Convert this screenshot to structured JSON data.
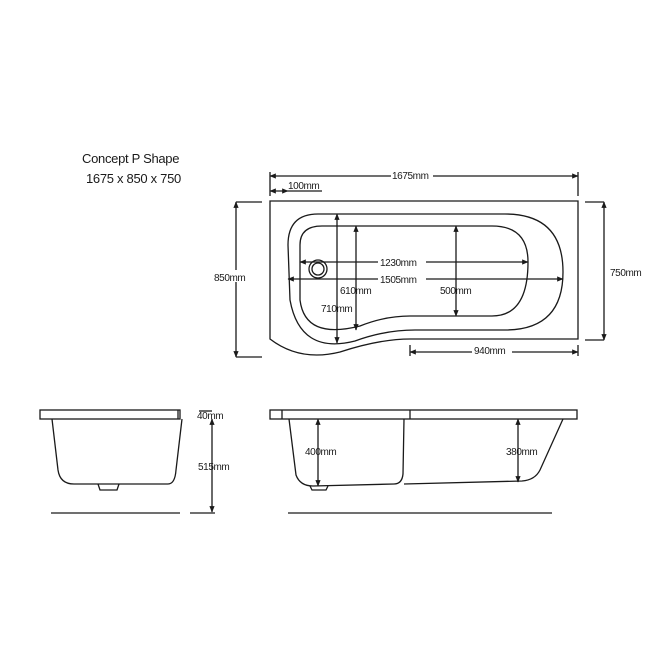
{
  "product": {
    "name": "Concept P Shape",
    "size": "1675 x 850 x 750"
  },
  "plan_view": {
    "overall_length": "1675mm",
    "ledge_offset": "100mm",
    "overall_width": "850mm",
    "narrow_width": "750mm",
    "inner_length": "1230mm",
    "outer_length": "1505mm",
    "inner_width_shower_end": "610mm",
    "outer_width_shower_end": "710mm",
    "inner_width_narrow_end": "500mm",
    "straight_section_length": "940mm"
  },
  "end_elevation": {
    "rim_thickness": "40mm",
    "overall_height": "515mm"
  },
  "side_elevation": {
    "depth_shower_end": "400mm",
    "depth_narrow_end": "380mm"
  },
  "colors": {
    "line": "#1a1a1a",
    "background": "#ffffff"
  }
}
